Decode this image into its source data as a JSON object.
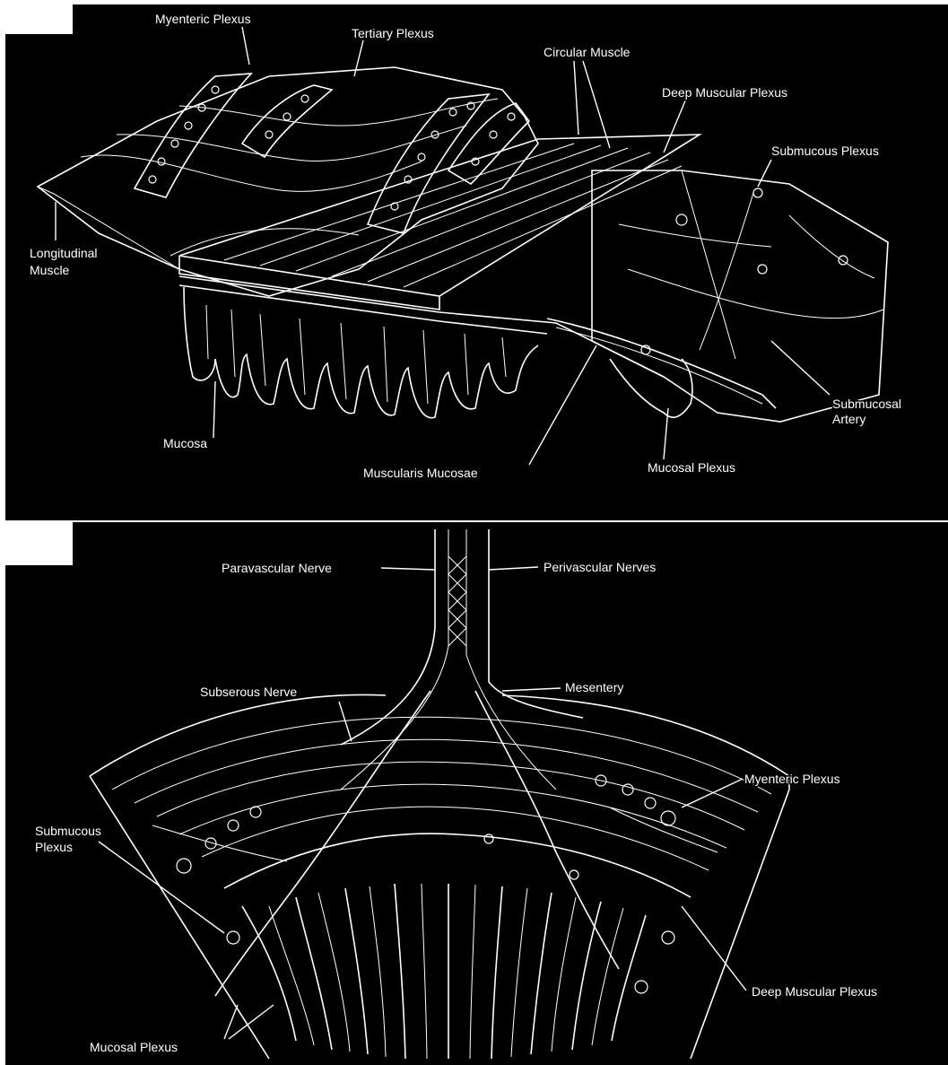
{
  "colors": {
    "background": "#000000",
    "line_art": "#ffffff",
    "margin": "#ffffff"
  },
  "top_panel": {
    "labels": {
      "myenteric_plexus": "Myenteric Plexus",
      "tertiary_plexus": "Tertiary Plexus",
      "circular_muscle": "Circular Muscle",
      "deep_muscular_plexus": "Deep Muscular Plexus",
      "submucous_plexus": "Submucous Plexus",
      "longitudinal_muscle_line1": "Longitudinal",
      "longitudinal_muscle_line2": "Muscle",
      "submucosal_artery_line1": "Submucosal",
      "submucosal_artery_line2": "Artery",
      "mucosa": "Mucosa",
      "muscularis_mucosae": "Muscularis Mucosae",
      "mucosal_plexus": "Mucosal Plexus"
    }
  },
  "bottom_panel": {
    "labels": {
      "paravascular_nerve": "Paravascular Nerve",
      "perivascular_nerves": "Perivascular Nerves",
      "subserous_nerve": "Subserous Nerve",
      "mesentery": "Mesentery",
      "myenteric_plexus": "Myenteric Plexus",
      "submucous_plexus_line1": "Submucous",
      "submucous_plexus_line2": "Plexus",
      "deep_muscular_plexus": "Deep Muscular Plexus",
      "mucosal_plexus": "Mucosal Plexus"
    }
  }
}
